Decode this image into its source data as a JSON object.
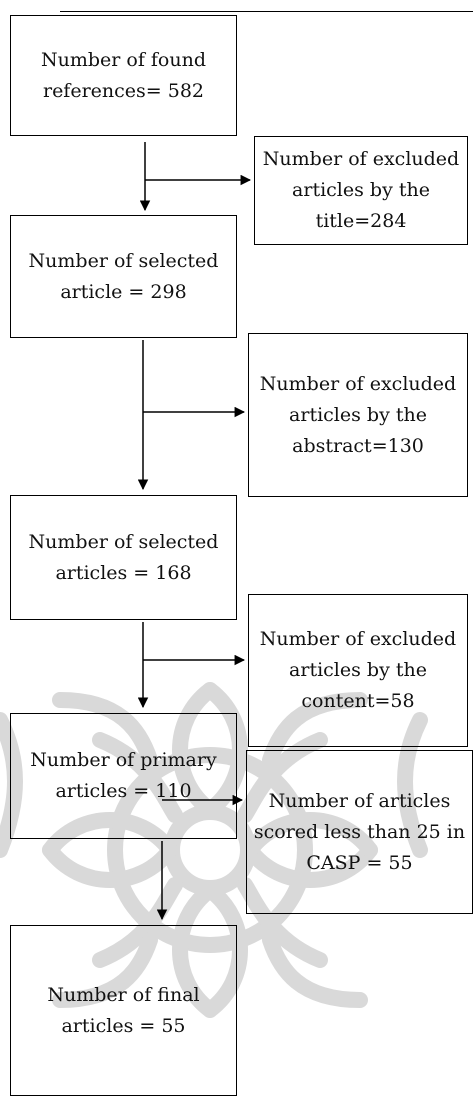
{
  "colors": {
    "line": "#000000",
    "text": "#111111",
    "watermark": "#d9d9d9"
  },
  "flowchart": {
    "found": "Number of found references= 582",
    "excluded_title": "Number of excluded articles by the title=284",
    "selected_1": "Number of selected article = 298",
    "excluded_abstract": "Number of excluded articles by the abstract=130",
    "selected_2": "Number of selected articles = 168",
    "excluded_content": "Number of excluded articles by the content=58",
    "primary": "Number of primary articles = 110",
    "excluded_casp": "Number of articles scored less than 25 in CASP = 55",
    "final": "Number of final articles = 55"
  }
}
